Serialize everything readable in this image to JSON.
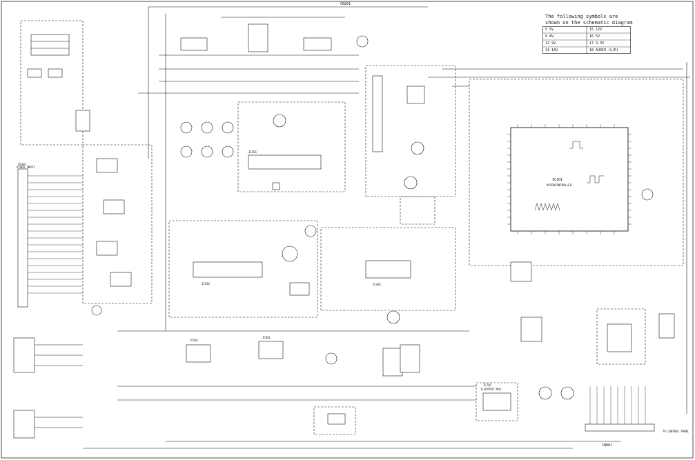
{
  "legend": {
    "title": "The following symbols are shown on the schematic diagram",
    "symbols": [
      {
        "code": "5",
        "label": "5V"
      },
      {
        "code": "6",
        "label": "8V"
      },
      {
        "code": "12",
        "label": "9V"
      },
      {
        "code": "14",
        "label": "14V"
      },
      {
        "code": "15",
        "label": "12V"
      },
      {
        "code": "16",
        "label": "5V"
      },
      {
        "code": "17",
        "label": "3.3V"
      },
      {
        "code": "18",
        "label": "AUDIO (L/R)"
      }
    ]
  },
  "labels": {
    "top_connector": "CN201",
    "bottom_connector": "CN801",
    "bottom_right_note": "TO CONTROL PANEL",
    "main_ic": "IC101",
    "main_ic_name": "MICROCONTROLLER",
    "tuner_ic": "IC201",
    "audio_ic": "IC301",
    "video_ic": "IC401",
    "output_ic": "IC701",
    "output_ic_name": "D-OUTPUT MUX",
    "left_connector": "CN101",
    "left_connector_name": "VIDEO INPUT",
    "deflection_ic": "IC501",
    "eeprom_ic": "IC601"
  }
}
